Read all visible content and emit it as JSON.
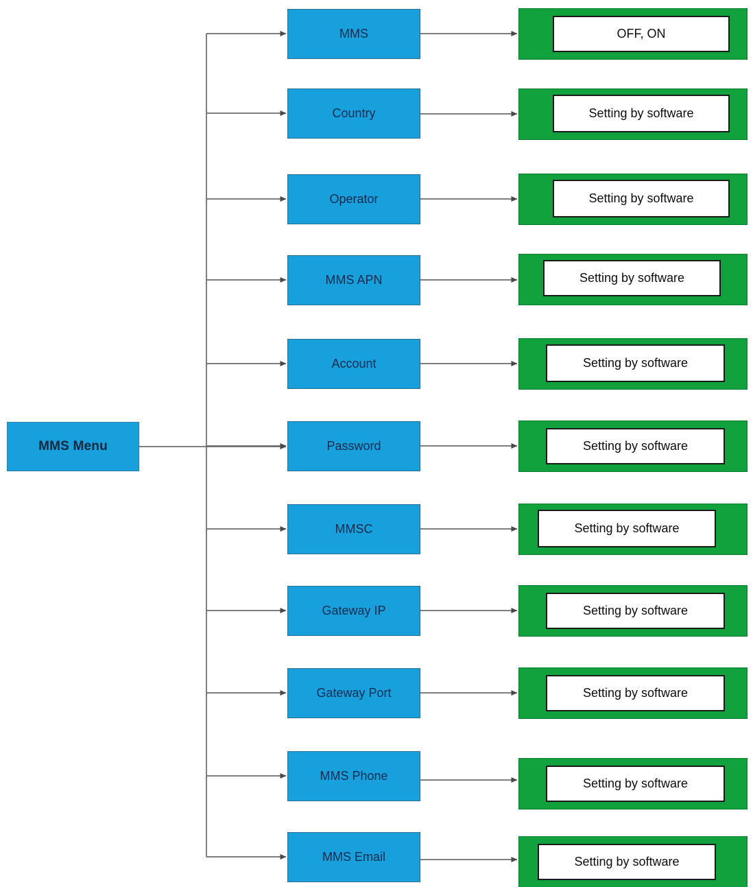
{
  "diagram": {
    "title": "MMS Menu",
    "root": {
      "label": "MMS Menu"
    },
    "colors": {
      "node_blue": "#18a0dc",
      "node_blue_border": "#2c6f91",
      "node_green": "#11a23e",
      "node_green_border": "#0c7a2e",
      "value_box_white": "#ffffff",
      "value_box_border": "#1a1a1a",
      "connector": "#6b6b6b",
      "blue_text": "#102b4d",
      "root_text": "#13283f",
      "value_text": "#0d0d0d",
      "background": "#ffffff"
    },
    "rows": [
      {
        "menu": "MMS",
        "value": "OFF, ON"
      },
      {
        "menu": "Country",
        "value": "Setting by software"
      },
      {
        "menu": "Operator",
        "value": "Setting by software"
      },
      {
        "menu": "MMS APN",
        "value": "Setting by software"
      },
      {
        "menu": "Account",
        "value": "Setting by software"
      },
      {
        "menu": "Password",
        "value": "Setting by software"
      },
      {
        "menu": "MMSC",
        "value": "Setting by software"
      },
      {
        "menu": "Gateway IP",
        "value": "Setting by software"
      },
      {
        "menu": "Gateway Port",
        "value": "Setting by software"
      },
      {
        "menu": "MMS Phone",
        "value": "Setting by software"
      },
      {
        "menu": "MMS Email",
        "value": "Setting by software"
      }
    ]
  }
}
